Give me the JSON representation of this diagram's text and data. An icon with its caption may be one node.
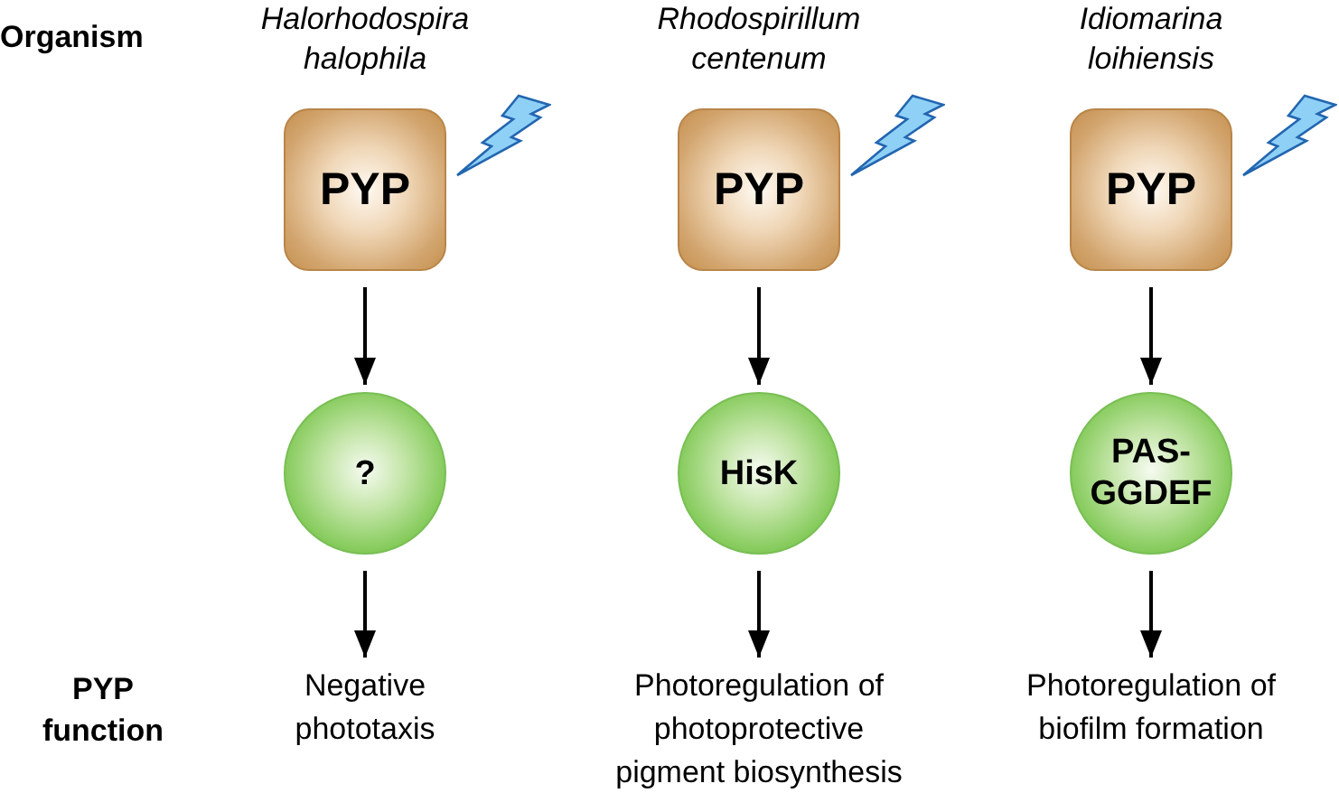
{
  "diagram": {
    "nodes": [
      {
        "text": [
          "PYP"
        ],
        "beside": [
          "Halorhodospira halophila"
        ]
      },
      {
        "text": [
          "PYP"
        ],
        "beside": [
          "Rhodospirillum centenum"
        ]
      },
      {
        "text": [
          "PYP"
        ],
        "beside": [
          "Idiomarina loihiensis"
        ]
      },
      {
        "text": [
          "?"
        ]
      },
      {
        "text": [
          "HisK"
        ]
      },
      {
        "text": [
          "PAS-GGDEF"
        ]
      },
      {
        "text": [
          "Negative phototaxis"
        ]
      },
      {
        "text": [
          "Photoregulation of photoprotective pigment biosynthesis"
        ]
      },
      {
        "text": [
          "Photoregulation of biofilm formation"
        ]
      }
    ],
    "edges": [
      {
        "from": 0,
        "to": 3,
        "arrow": "to"
      },
      {
        "from": 3,
        "to": 6,
        "arrow": "to"
      },
      {
        "from": 1,
        "to": 4,
        "arrow": "to"
      },
      {
        "from": 4,
        "to": 7,
        "arrow": "to"
      },
      {
        "from": 2,
        "to": 5,
        "arrow": "to"
      },
      {
        "from": 5,
        "to": 8,
        "arrow": "to"
      }
    ],
    "labels": [
      "Organism",
      "PYP function"
    ]
  }
}
